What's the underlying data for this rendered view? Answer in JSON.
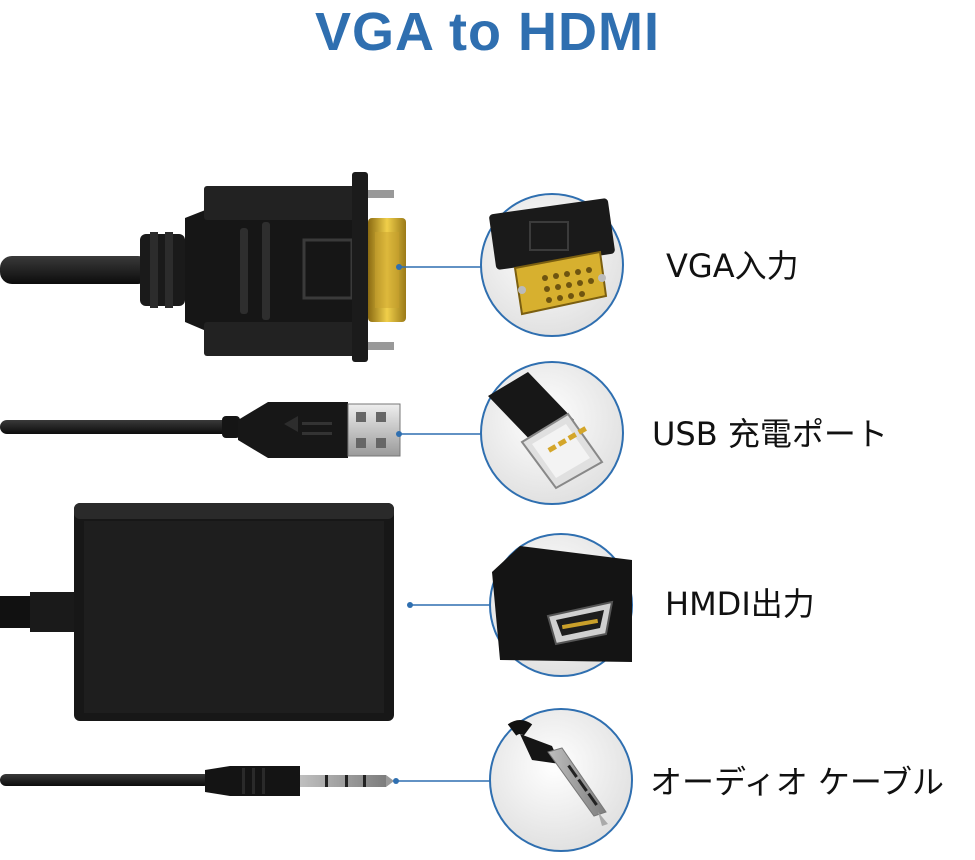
{
  "title": "VGA to HDMI",
  "accent_color": "#2f6fb0",
  "callouts": [
    {
      "label": "VGA入力",
      "icon": "vga-connector-icon"
    },
    {
      "label": "USB 充電ポート",
      "icon": "usb-plug-icon"
    },
    {
      "label": "HMDI出力",
      "icon": "hdmi-port-icon"
    },
    {
      "label": "オーディオ ケーブル",
      "icon": "audio-jack-icon"
    }
  ]
}
